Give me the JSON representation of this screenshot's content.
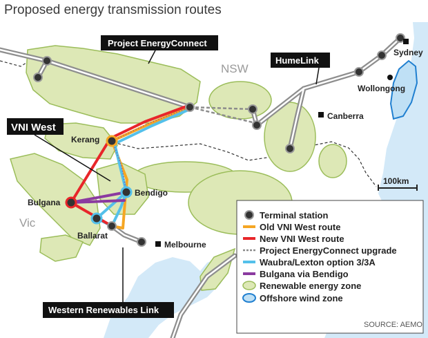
{
  "title": "Proposed energy transmission routes",
  "callouts": {
    "project_energyconnect": "Project EnergyConnect",
    "humelink": "HumeLink",
    "vni_west": "VNI West",
    "western_renewables_link": "Western Renewables Link"
  },
  "regions": {
    "nsw": "NSW",
    "vic": "Vic"
  },
  "places": {
    "sydney": "Sydney",
    "wollongong": "Wollongong",
    "canberra": "Canberra",
    "melbourne": "Melbourne",
    "kerang": "Kerang",
    "bendigo": "Bendigo",
    "bulgana": "Bulgana",
    "ballarat": "Ballarat"
  },
  "scale": {
    "label": "100km"
  },
  "legend": [
    {
      "label": "Terminal station",
      "symbol": "terminal-station"
    },
    {
      "label": "Old VNI West route",
      "symbol": "line",
      "color": "#f5a623"
    },
    {
      "label": "New VNI West route",
      "symbol": "line",
      "color": "#e8262a"
    },
    {
      "label": "Project EnergyConnect upgrade",
      "symbol": "dashed-line",
      "color": "#8c8c8c"
    },
    {
      "label": "Waubra/Lexton option 3/3A",
      "symbol": "line",
      "color": "#54c0ea"
    },
    {
      "label": "Bulgana via Bendigo",
      "symbol": "line",
      "color": "#8b3aa0"
    },
    {
      "label": "Renewable energy zone",
      "symbol": "zone",
      "color": "#dde8b6"
    },
    {
      "label": "Offshore wind zone",
      "symbol": "wind-zone",
      "color": "#bfe0f5"
    }
  ],
  "source": "SOURCE: AEMO",
  "colors": {
    "sea": "#d3e9f8",
    "land": "#ffffff",
    "renewable_zone": "#dde8b6",
    "renewable_zone_outline": "#9bbd5a",
    "offshore_wind_fill": "#bfe0f5",
    "offshore_wind_outline": "#1f7fd0",
    "existing_line": "#8e8e8e",
    "old_vni_route": "#f5a623",
    "new_vni_route": "#e8262a",
    "waubra_lexton": "#54c0ea",
    "bulgana_via_bendigo": "#8b3aa0"
  }
}
